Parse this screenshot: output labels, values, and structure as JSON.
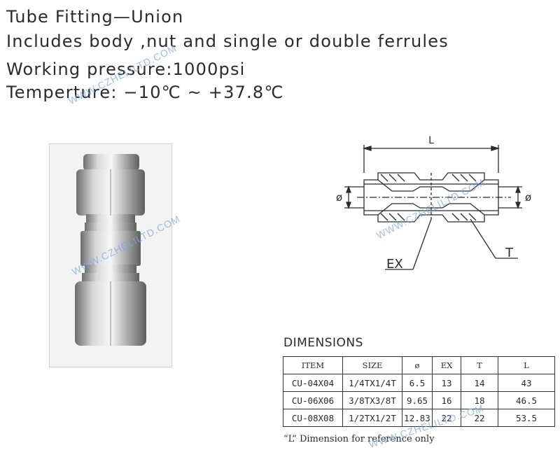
{
  "header": {
    "title": "Tube Fitting—Union",
    "includes": "Includes body ,nut and single or double ferrules",
    "pressure": "Working pressure:1000psi",
    "temperature": "Temperture:   −10℃ ~ +37.8℃"
  },
  "drawing": {
    "labels": {
      "length": "L",
      "diameter": "ø",
      "ex": "EX",
      "thread": "T"
    }
  },
  "dimensions": {
    "title": "DIMENSIONS",
    "columns": [
      "ITEM",
      "SIZE",
      "ø",
      "EX",
      "T",
      "L"
    ],
    "rows": [
      [
        "CU-04X04",
        "1/4TX1/4T",
        "6.5",
        "13",
        "14",
        "43"
      ],
      [
        "CU-06X06",
        "3/8TX3/8T",
        "9.65",
        "16",
        "18",
        "46.5"
      ],
      [
        "CU-08X08",
        "1/2TX1/2T",
        "12.83",
        "22",
        "22",
        "53.5"
      ]
    ],
    "note": "“L” Dimension for reference only"
  },
  "watermark": {
    "text": "WWW.CZHELILTD.COM"
  },
  "colors": {
    "text": "#2b2b2b",
    "watermark": "#7aa9de",
    "steel": "#b8b8b8"
  }
}
